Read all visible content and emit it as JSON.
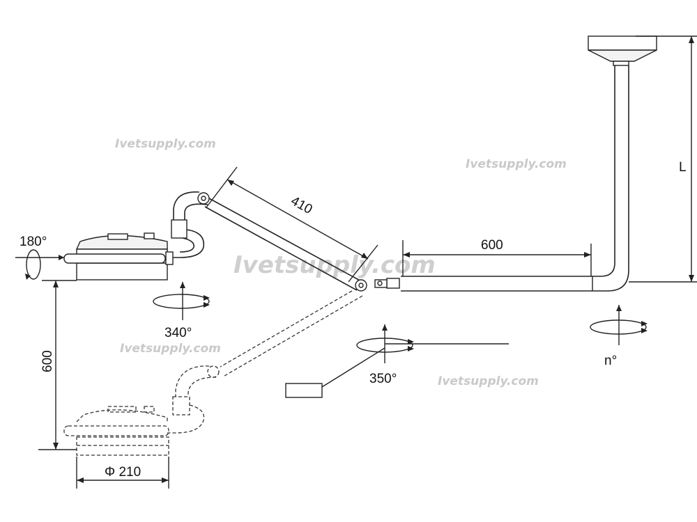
{
  "dimensions": {
    "rotation_180": "180°",
    "rotation_340": "340°",
    "rotation_350": "350°",
    "rotation_n": "n°",
    "arm_length_410": "410",
    "arm_length_600": "600",
    "height_600": "600",
    "ceiling_L": "L",
    "diameter_210": "Φ 210"
  },
  "watermarks": [
    "Ivetsupply.com",
    "Ivetsupply.com",
    "Ivetsupply.com",
    "Ivetsupply.com",
    "Ivetsupply.com"
  ],
  "colors": {
    "line": "#222222",
    "watermark": "#c9c9c9",
    "background": "#ffffff"
  }
}
